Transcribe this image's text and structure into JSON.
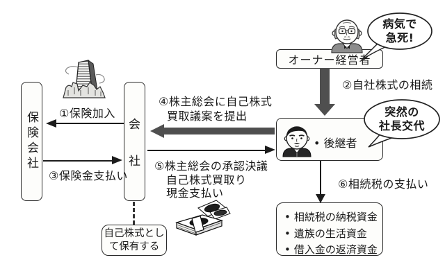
{
  "colors": {
    "thick_arrow": "#4f4f4f",
    "line": "#1c1c1c",
    "border": "#2a2a2a",
    "background": "#ffffff"
  },
  "boxes": {
    "insurance": {
      "label": "保険会社"
    },
    "company": {
      "char_top": "会",
      "char_bottom": "社"
    },
    "owner": {
      "label": "オーナー経営者"
    },
    "successor": {
      "bullet": "•",
      "label": "後継者"
    },
    "holding": {
      "line1": "自己株式とし",
      "line2": "て保有する"
    },
    "funds": {
      "bullet": "•",
      "items": [
        "相続税の納税資金",
        "遺族の生活資金",
        "借入金の返済資金"
      ]
    }
  },
  "bubbles": {
    "owner": {
      "line1": "病気で",
      "line2": "急死!"
    },
    "successor": {
      "line1": "突然の",
      "line2": "社長交代"
    }
  },
  "arrows": {
    "a1_label": "①保険加入",
    "a2_label": "②自社株式の相続",
    "a3_label": "③保険金支払い",
    "a4_line1": "④株主総会に自己株式",
    "a4_line2": "買取議案を提出",
    "a5_line1": "⑤株主総会の承認決議",
    "a5_line2": "自己株式買取り",
    "a5_line3": "現金支払い",
    "a6_label": "⑥相続税の支払い"
  },
  "icons": {
    "building": "building-icon",
    "money": "money-stack-icon",
    "owner_avatar": "owner-avatar-icon",
    "successor_avatar": "successor-avatar-icon"
  }
}
